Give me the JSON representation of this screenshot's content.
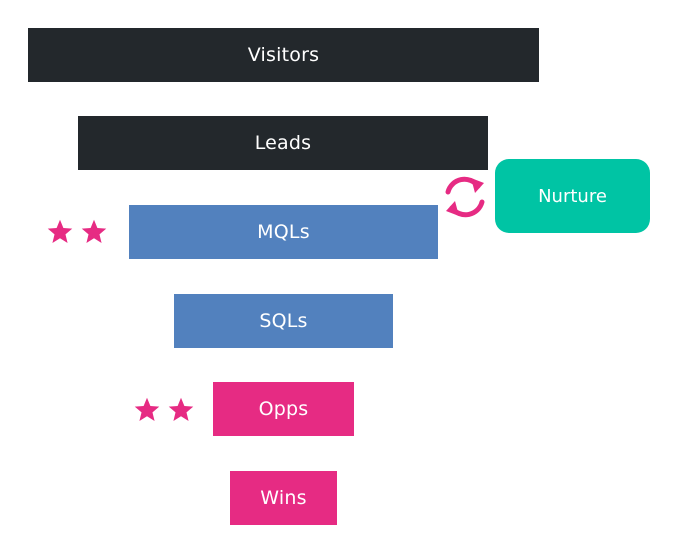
{
  "funnel": {
    "stages": [
      {
        "label": "Visitors"
      },
      {
        "label": "Leads"
      },
      {
        "label": "MQLs"
      },
      {
        "label": "SQLs"
      },
      {
        "label": "Opps"
      },
      {
        "label": "Wins"
      }
    ]
  },
  "nurture": {
    "label": "Nurture"
  },
  "icons": {
    "cycle": "refresh-cycle-icon",
    "star": "star-icon"
  },
  "colors": {
    "dark": "#23282c",
    "blue": "#5281be",
    "pink": "#e62b83",
    "teal": "#00c4a4"
  }
}
